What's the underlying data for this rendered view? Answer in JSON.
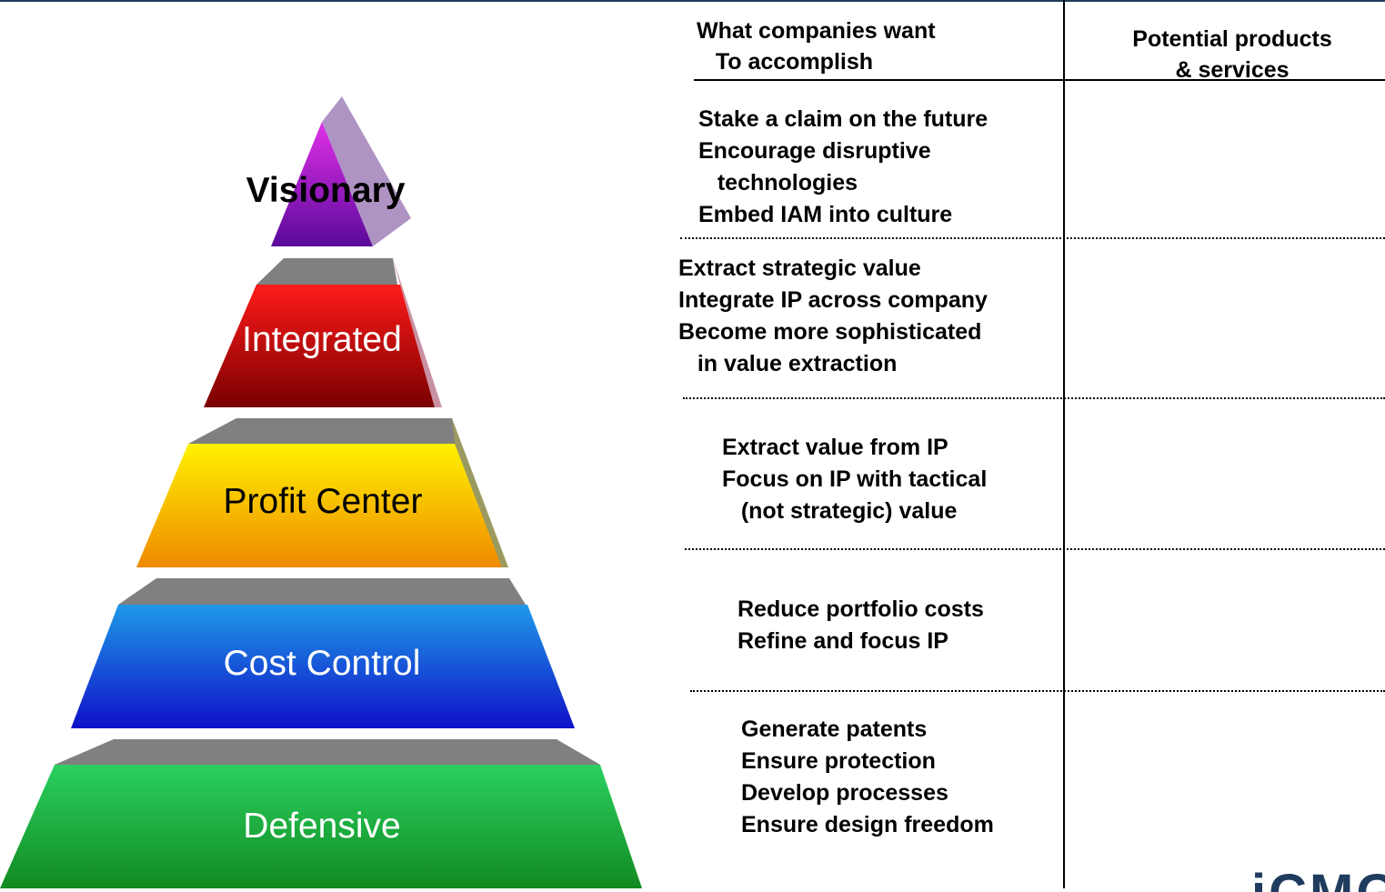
{
  "pyramid": {
    "tiers": [
      "Visionary",
      "Integrated",
      "Profit Center",
      "Cost Control",
      "Defensive"
    ]
  },
  "columns": {
    "left_header": "What companies want\n   To accomplish",
    "right_header": "Potential products\n& services"
  },
  "rows": [
    {
      "tier": "Visionary",
      "text": "Stake a claim on the future\nEncourage disruptive\n   technologies\nEmbed IAM into culture"
    },
    {
      "tier": "Integrated",
      "text": "Extract strategic value\nIntegrate IP across company\nBecome more sophisticated\n   in value extraction"
    },
    {
      "tier": "Profit Center",
      "text": "Extract value from IP\nFocus on IP with tactical\n   (not strategic) value"
    },
    {
      "tier": "Cost Control",
      "text": "Reduce portfolio costs\nRefine and focus IP"
    },
    {
      "tier": "Defensive",
      "text": "Generate patents\nEnsure protection\nDevelop processes\nEnsure design freedom"
    }
  ],
  "logo": {
    "text": "iCMG"
  },
  "colors": {
    "visionary": "#a020c8",
    "integrated": "#d01010",
    "profit_center": "#f8b800",
    "cost_control": "#1e60e0",
    "defensive": "#2ec050",
    "tier_top": "#808080",
    "frame_line": "#1f3c5e"
  }
}
